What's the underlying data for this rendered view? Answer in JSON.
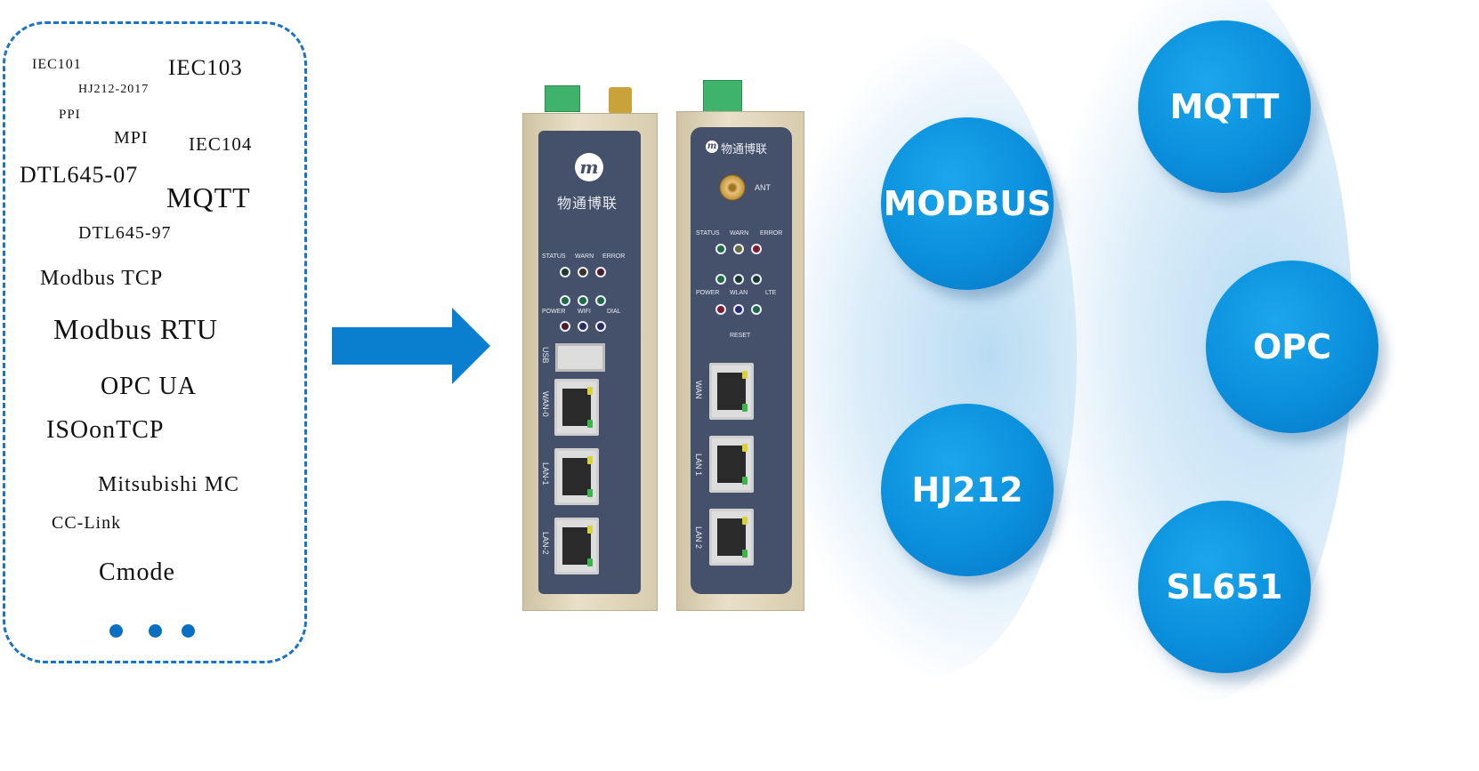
{
  "protocols": [
    "IEC101",
    "IEC103",
    "HJ212-2017",
    "PPI",
    "MPI",
    "IEC104",
    "DTL645-07",
    "MQTT",
    "DTL645-97",
    "Modbus TCP",
    "Modbus RTU",
    "OPC UA",
    "ISOonTCP",
    "Mitsubishi MC",
    "CC-Link",
    "Cmode"
  ],
  "device1": {
    "brand": "物通博联",
    "leds_top": [
      "STATUS",
      "WARN",
      "ERROR"
    ],
    "leds_bottom": [
      "POWER",
      "WIFI",
      "DIAL"
    ],
    "ports": [
      "USB",
      "WAN-0",
      "LAN-1",
      "LAN-2"
    ]
  },
  "device2": {
    "brand": "物通博联",
    "antenna": "ANT",
    "leds_top": [
      "STATUS",
      "WARN",
      "ERROR"
    ],
    "leds_bottom": [
      "POWER",
      "WLAN",
      "LTE"
    ],
    "reset": "RESET",
    "ports": [
      "WAN",
      "LAN 1",
      "LAN 2"
    ]
  },
  "outputs": [
    "MODBUS",
    "HJ212",
    "MQTT",
    "OPC",
    "SL651"
  ],
  "colors": {
    "accent": "#0a8fdc",
    "border": "#1a73c4",
    "panel": "#45506b"
  }
}
